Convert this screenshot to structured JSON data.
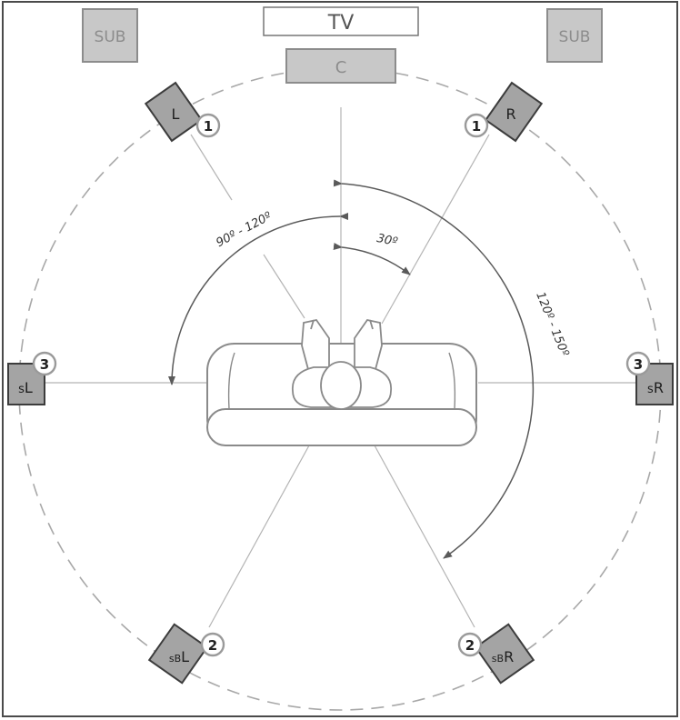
{
  "colors": {
    "frame": "#4a4a4a",
    "light_box_fill": "#c8c8c8",
    "light_box_stroke": "#8c8c8c",
    "light_text": "#8c8c8c",
    "speaker_fill": "#a4a4a4",
    "speaker_stroke": "#3c3c3c",
    "dark_text": "#1e1e1e",
    "line": "#b4b4b4",
    "arrow": "#5a5a5a",
    "badge_stroke": "#9a9a9a"
  },
  "labels": {
    "tv": "TV",
    "center": "C",
    "sub_left": "SUB",
    "sub_right": "SUB"
  },
  "speakers": {
    "left": {
      "prefix": "",
      "main": "L",
      "badge": "1"
    },
    "right": {
      "prefix": "",
      "main": "R",
      "badge": "1"
    },
    "surround_left": {
      "prefix": "s",
      "main": "L",
      "badge": "3"
    },
    "surround_right": {
      "prefix": "s",
      "main": "R",
      "badge": "3"
    },
    "surround_back_left": {
      "prefix": "sB",
      "main": "L",
      "badge": "2"
    },
    "surround_back_right": {
      "prefix": "sB",
      "main": "R",
      "badge": "2"
    }
  },
  "angles": {
    "front": "30º",
    "side": "90º - 120º",
    "rear": "120º - 150º"
  }
}
